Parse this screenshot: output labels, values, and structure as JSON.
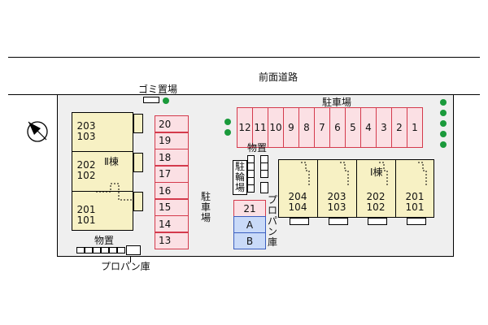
{
  "road_label": "前面道路",
  "garbage_label": "ゴミ置場",
  "parking_label_top": "駐車場",
  "parking_label_side": [
    "駐",
    "車",
    "場"
  ],
  "storage_label_left": "物置",
  "storage_label_mid": "物置",
  "bicycle_label": [
    "駐",
    "輪",
    "場"
  ],
  "propane_label_bottom": "プロパン庫",
  "propane_label_vertical": [
    "プ",
    "ロ",
    "パ",
    "ン",
    "庫"
  ],
  "building_1_label": "Ⅰ棟",
  "building_2_label": "Ⅱ棟",
  "building_2_units": [
    {
      "upper": "203",
      "lower": "103"
    },
    {
      "upper": "202",
      "lower": "102"
    },
    {
      "upper": "201",
      "lower": "101"
    }
  ],
  "building_1_units": [
    {
      "upper": "204",
      "lower": "104"
    },
    {
      "upper": "203",
      "lower": "103"
    },
    {
      "upper": "202",
      "lower": "102"
    },
    {
      "upper": "201",
      "lower": "101"
    }
  ],
  "top_spaces": [
    "12",
    "11",
    "10",
    "9",
    "8",
    "7",
    "6",
    "5",
    "4",
    "3",
    "2",
    "1"
  ],
  "left_spaces": [
    "20",
    "19",
    "18",
    "17",
    "16",
    "15",
    "14",
    "13"
  ],
  "small_spaces": [
    {
      "label": "21",
      "color": "#fbe0e4",
      "border": "#d43a4c"
    },
    {
      "label": "A",
      "color": "#c9daf8",
      "border": "#3b5fc0"
    },
    {
      "label": "B",
      "color": "#c9daf8",
      "border": "#3b5fc0"
    }
  ],
  "colors": {
    "parking": "#fbe0e4",
    "parking_border": "#d43a4c",
    "building": "#f7f1c4",
    "tree": "#1a9a3b",
    "lot": "#efefef"
  },
  "icons": {
    "compass": "north-arrow-icon"
  }
}
